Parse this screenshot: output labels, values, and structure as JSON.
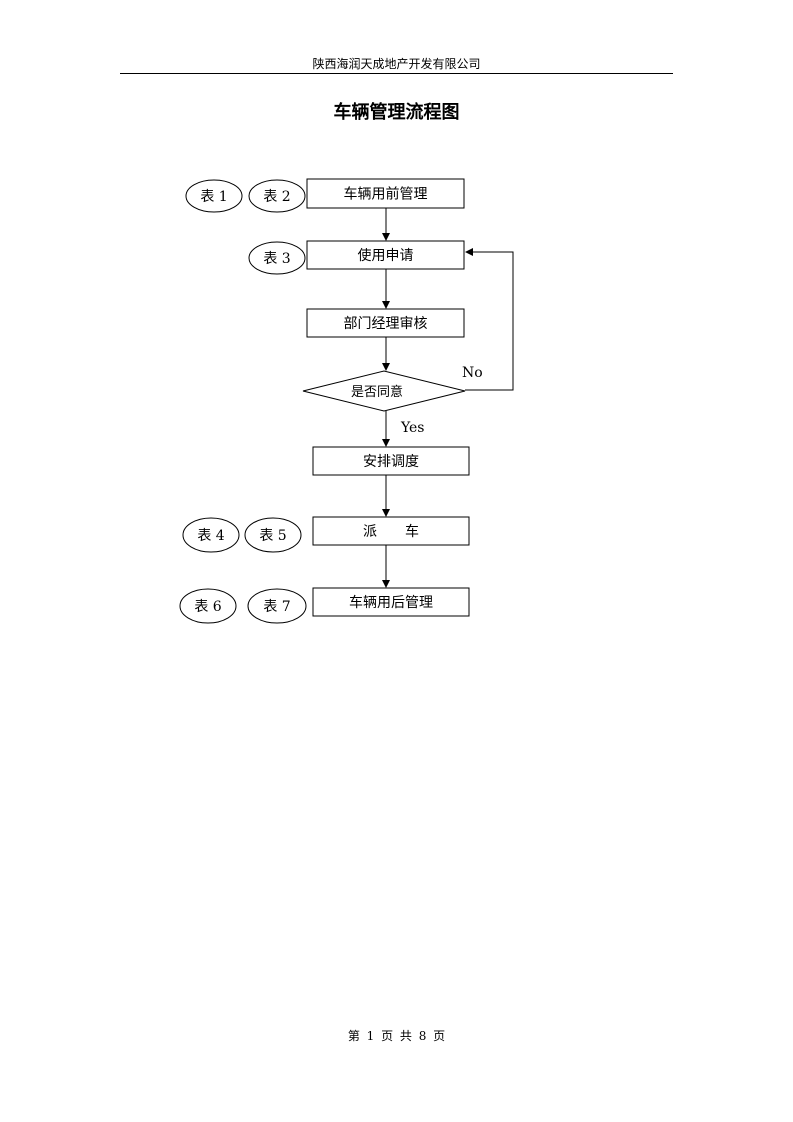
{
  "header": {
    "company": "陕西海润天成地产开发有限公司"
  },
  "title": "车辆管理流程图",
  "flow": {
    "steps": {
      "pre_use": "车辆用前管理",
      "apply": "使用申请",
      "review": "部门经理审核",
      "decision": "是否同意",
      "dispatch_plan": "安排调度",
      "dispatch": "派　　车",
      "post_use": "车辆用后管理"
    },
    "edges": {
      "no": "No",
      "yes": "Yes"
    },
    "forms": {
      "f1": "表 1",
      "f2": "表 2",
      "f3": "表 3",
      "f4": "表 4",
      "f5": "表 5",
      "f6": "表 6",
      "f7": "表 7"
    }
  },
  "footer": {
    "page_info": "第 1 页 共 8 页"
  }
}
